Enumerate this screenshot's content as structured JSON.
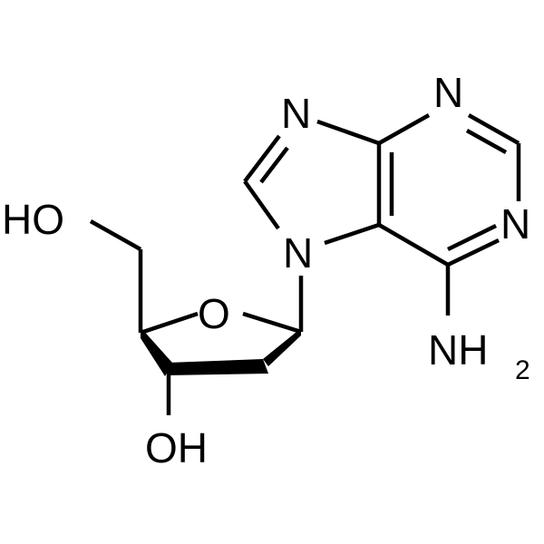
{
  "structure": {
    "labels": {
      "n_imidazole_top": "N",
      "n_pyrimidine_top": "N",
      "n_pyrimidine_right": "N",
      "n_imidazole_ring": "N",
      "hydroxymethyl": "HO",
      "ring_oxygen": "O",
      "amine_nh": "NH",
      "amine_subscript": "2",
      "hydroxyl": "OH"
    },
    "colors": {
      "ink": "#000000",
      "background": "#ffffff"
    }
  }
}
